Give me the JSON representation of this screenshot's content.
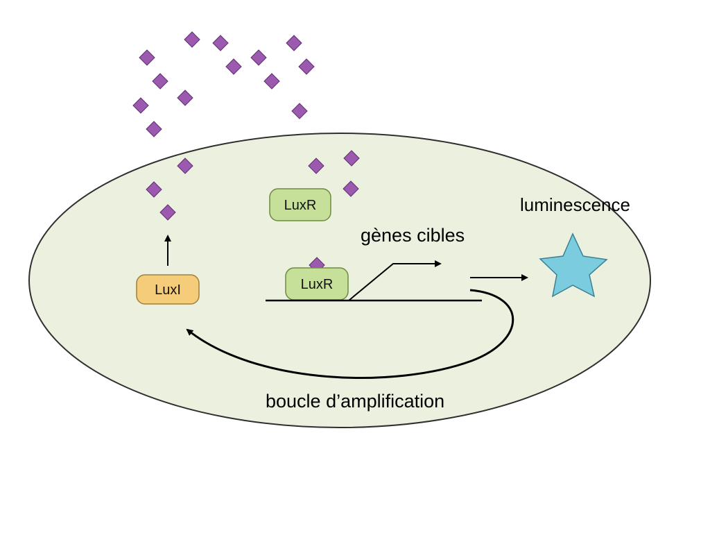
{
  "labels": {
    "luxr_free": "LuxR",
    "luxr_bound": "LuxR",
    "luxi": "LuxI",
    "target_genes": "gènes cibles",
    "luminescence": "luminescence",
    "amplification_loop": "boucle d’amplification"
  },
  "colors": {
    "cell_fill": "#ebf1de",
    "cell_stroke": "#2f2f2f",
    "luxr_fill": "#c6e09a",
    "luxr_stroke": "#6d8a3e",
    "luxi_fill": "#f5cd7a",
    "luxi_stroke": "#a0803a",
    "autoinducer_fill": "#9b59b0",
    "autoinducer_stroke": "#5e2f6e",
    "star_fill": "#7ccce0",
    "star_stroke": "#3b7f92"
  },
  "icons": {
    "autoinducer": "diamond-molecule",
    "output": "star-shape"
  }
}
